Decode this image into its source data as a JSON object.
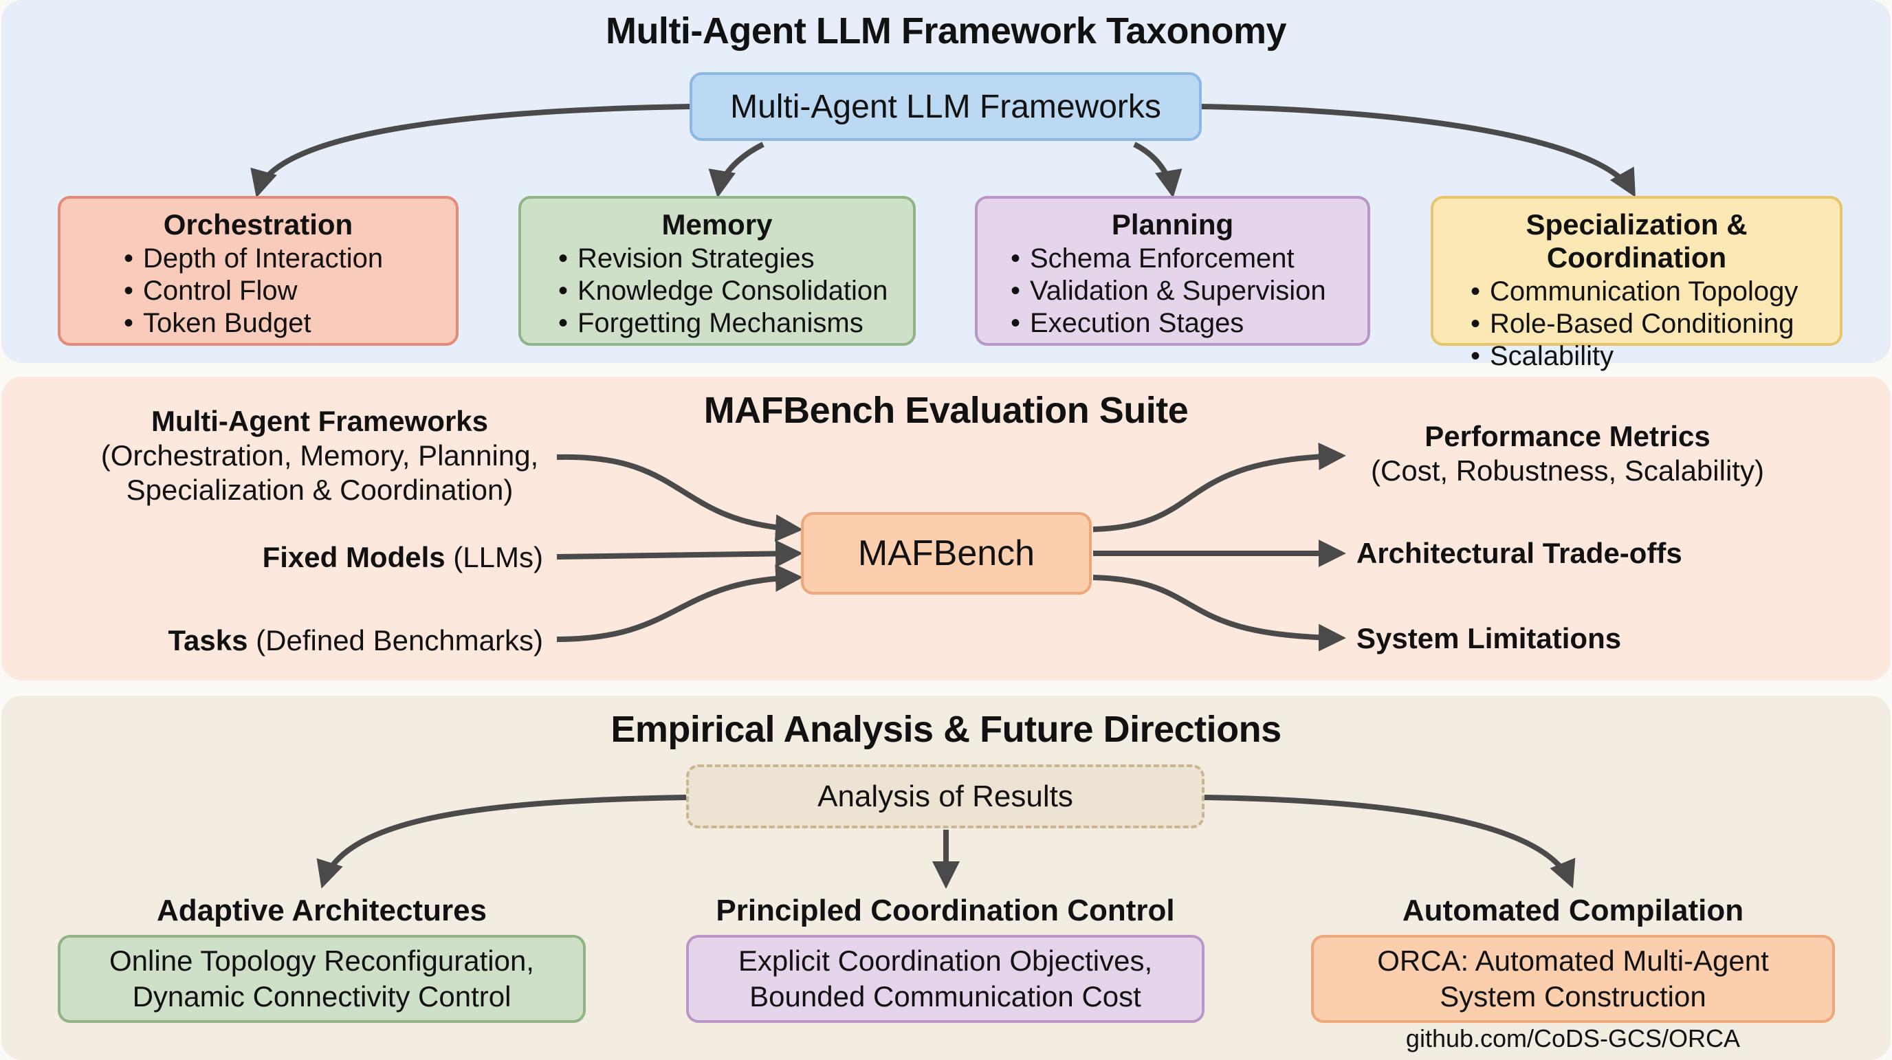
{
  "taxonomy": {
    "title": "Multi-Agent LLM Framework Taxonomy",
    "root": "Multi-Agent LLM Frameworks",
    "categories": [
      {
        "title": "Orchestration",
        "items": [
          "Depth of Interaction",
          "Control Flow",
          "Token Budget"
        ],
        "color": "#f9cbbb"
      },
      {
        "title": "Memory",
        "items": [
          "Revision Strategies",
          "Knowledge Consolidation",
          "Forgetting Mechanisms"
        ],
        "color": "#cfe0c9"
      },
      {
        "title": "Planning",
        "items": [
          "Schema Enforcement",
          "Validation & Supervision",
          "Execution Stages"
        ],
        "color": "#e5d5ea"
      },
      {
        "title": "Specialization & Coordination",
        "items": [
          "Communication Topology",
          "Role-Based Conditioning",
          "Scalability"
        ],
        "color": "#fbe8b5"
      }
    ]
  },
  "evaluation": {
    "title": "MAFBench Evaluation Suite",
    "center": "MAFBench",
    "inputs": [
      {
        "bold": "Multi-Agent Frameworks",
        "line2": "(Orchestration, Memory, Planning,",
        "line3": "Specialization & Coordination)"
      },
      {
        "bold": "Fixed Models",
        "rest": " (LLMs)"
      },
      {
        "bold": "Tasks",
        "rest": " (Defined Benchmarks)"
      }
    ],
    "outputs": [
      {
        "bold": "Performance Metrics",
        "line2": "(Cost, Robustness, Scalability)"
      },
      {
        "bold": "Architectural Trade-offs"
      },
      {
        "bold": "System Limitations"
      }
    ]
  },
  "future": {
    "title": "Empirical Analysis & Future Directions",
    "analysis": "Analysis of Results",
    "directions": [
      {
        "heading": "Adaptive Architectures",
        "line1": "Online Topology Reconfiguration,",
        "line2": "Dynamic Connectivity Control"
      },
      {
        "heading": "Principled Coordination Control",
        "line1": "Explicit Coordination Objectives,",
        "line2": "Bounded Communication Cost"
      },
      {
        "heading": "Automated Compilation",
        "line1": "ORCA: Automated Multi-Agent",
        "line2": "System Construction"
      }
    ],
    "link": "github.com/CoDS-GCS/ORCA"
  }
}
